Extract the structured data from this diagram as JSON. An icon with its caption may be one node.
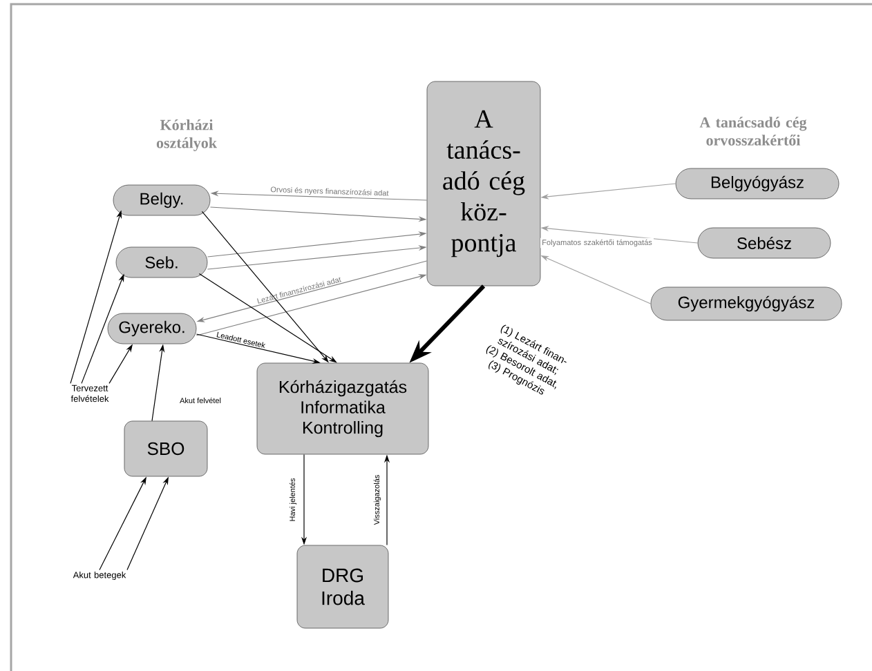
{
  "diagram": {
    "nodes": [
      {
        "text": [
          "Belgy."
        ]
      },
      {
        "text": [
          "Seb."
        ]
      },
      {
        "text": [
          "Gyereko."
        ]
      },
      {
        "text": [
          "A tanács-adó cég köz-pontja"
        ]
      },
      {
        "text": [
          "Belgyógyász"
        ]
      },
      {
        "text": [
          "Sebész"
        ]
      },
      {
        "text": [
          "Gyermekgyógyász"
        ]
      },
      {
        "text": [
          "Kórházigazgatás Informatika Kontrolling"
        ]
      },
      {
        "text": [
          "SBO"
        ]
      },
      {
        "text": [
          "DRG Iroda"
        ]
      },
      {
        "text": [
          "Tervezett felvételek"
        ]
      },
      {
        "text": [
          "Akut betegek"
        ]
      }
    ],
    "edges": [
      {
        "from": 3,
        "to": 0,
        "arrow": "to",
        "label": "Orvosi és nyers finanszírozási adat",
        "color": "#808080"
      },
      {
        "from": 0,
        "to": 3,
        "arrow": "to",
        "color": "#808080"
      },
      {
        "from": 1,
        "to": 3,
        "arrow": "to",
        "color": "#808080"
      },
      {
        "from": 1,
        "to": 3,
        "arrow": "to",
        "color": "#808080"
      },
      {
        "from": 3,
        "to": 2,
        "arrow": "to",
        "label": "Lezárt finanszírozási adat",
        "color": "#808080"
      },
      {
        "from": 2,
        "to": 3,
        "arrow": "to",
        "color": "#808080"
      },
      {
        "from": 0,
        "to": 7,
        "arrow": "to"
      },
      {
        "from": 1,
        "to": 7,
        "arrow": "to"
      },
      {
        "from": 2,
        "to": 7,
        "arrow": "to",
        "label": "Leadott esetek"
      },
      {
        "from": 3,
        "to": 7,
        "arrow": "to",
        "style": "thick",
        "label": "(1) Lezárt finan-szírozási adat; (2) Besorolt adat, (3) Prognózis"
      },
      {
        "from": 4,
        "to": 3,
        "arrow": "to",
        "color": "#a0a0a0"
      },
      {
        "from": 5,
        "to": 3,
        "arrow": "to",
        "color": "#a0a0a0",
        "label": "Folyamatos szakértői támogatás"
      },
      {
        "from": 6,
        "to": 3,
        "arrow": "to",
        "color": "#a0a0a0"
      },
      {
        "from": 7,
        "to": 9,
        "arrow": "to",
        "label": "Havi jelentés"
      },
      {
        "from": 9,
        "to": 7,
        "arrow": "to",
        "label": "Visszaigazolás"
      },
      {
        "from": 8,
        "to": 2,
        "arrow": "to",
        "label": "Akut felvétel"
      },
      {
        "from": 10,
        "to": 0,
        "arrow": "to"
      },
      {
        "from": 10,
        "to": 1,
        "arrow": "to"
      },
      {
        "from": 10,
        "to": 2,
        "arrow": "to"
      },
      {
        "from": 11,
        "to": 8,
        "arrow": "to"
      },
      {
        "from": 11,
        "to": 8,
        "arrow": "to"
      }
    ],
    "labels": [
      "Kórházi osztályok",
      "A tanácsadó cég orvosszakértői"
    ]
  }
}
